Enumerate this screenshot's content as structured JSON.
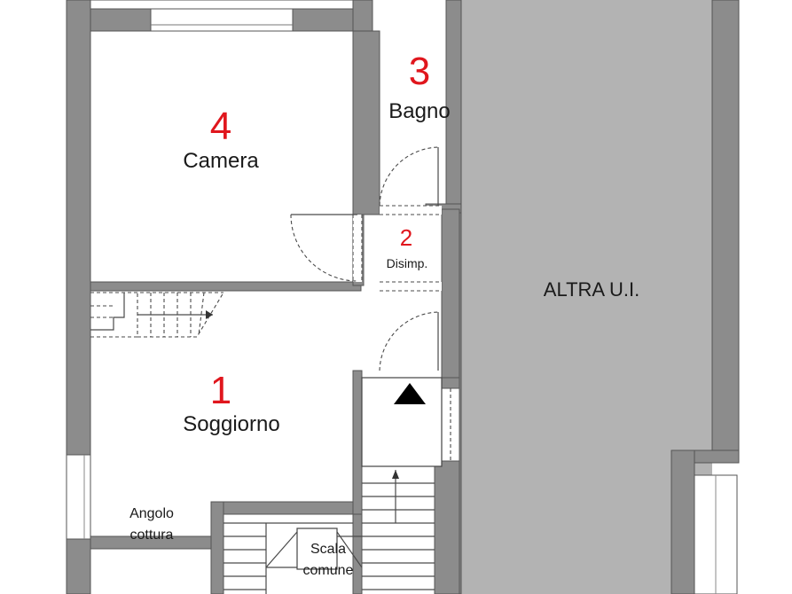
{
  "rooms": [
    {
      "number": "4",
      "name": "Camera"
    },
    {
      "number": "3",
      "name": "Bagno"
    },
    {
      "number": "2",
      "name": "Disimp."
    },
    {
      "number": "1",
      "name": "Soggiorno"
    }
  ],
  "labels": {
    "other_unit": "ALTRA U.I.",
    "kitchen": [
      "Angolo",
      "cottura"
    ],
    "stairs": [
      "Scala",
      "comune"
    ]
  },
  "colors": {
    "wall": "#8c8c8c",
    "other_unit_fill": "#b3b3b3",
    "room_number": "#e0161d",
    "text": "#1a1a1a"
  }
}
